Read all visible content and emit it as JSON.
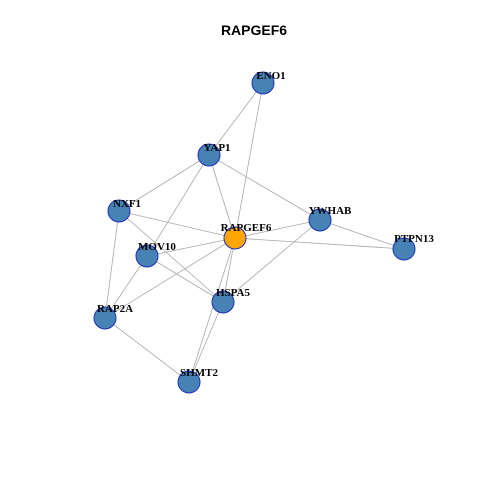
{
  "title": "RAPGEF6",
  "colors": {
    "node_fill": "#4682b4",
    "center_fill": "#ffa500",
    "node_stroke": "#1c2fbf",
    "edge": "#a8a8a8"
  },
  "nodes": [
    {
      "id": "ENO1",
      "label": "ENO1",
      "center": false
    },
    {
      "id": "YAP1",
      "label": "YAP1",
      "center": false
    },
    {
      "id": "NXF1",
      "label": "NXF1",
      "center": false
    },
    {
      "id": "YWHAB",
      "label": "YWHAB",
      "center": false
    },
    {
      "id": "RAPGEF6",
      "label": "RAPGEF6",
      "center": true
    },
    {
      "id": "PTPN13",
      "label": "PTPN13",
      "center": false
    },
    {
      "id": "MOV10",
      "label": "MOV10",
      "center": false
    },
    {
      "id": "HSPA5",
      "label": "HSPA5",
      "center": false
    },
    {
      "id": "RAP2A",
      "label": "RAP2A",
      "center": false
    },
    {
      "id": "SHMT2",
      "label": "SHMT2",
      "center": false
    }
  ],
  "edges": [
    [
      "ENO1",
      "YAP1"
    ],
    [
      "ENO1",
      "RAPGEF6"
    ],
    [
      "YAP1",
      "NXF1"
    ],
    [
      "YAP1",
      "YWHAB"
    ],
    [
      "YAP1",
      "RAPGEF6"
    ],
    [
      "YAP1",
      "MOV10"
    ],
    [
      "NXF1",
      "RAPGEF6"
    ],
    [
      "NXF1",
      "HSPA5"
    ],
    [
      "NXF1",
      "RAP2A"
    ],
    [
      "YWHAB",
      "RAPGEF6"
    ],
    [
      "YWHAB",
      "PTPN13"
    ],
    [
      "YWHAB",
      "HSPA5"
    ],
    [
      "RAPGEF6",
      "PTPN13"
    ],
    [
      "RAPGEF6",
      "MOV10"
    ],
    [
      "RAPGEF6",
      "HSPA5"
    ],
    [
      "RAPGEF6",
      "RAP2A"
    ],
    [
      "RAPGEF6",
      "SHMT2"
    ],
    [
      "MOV10",
      "HSPA5"
    ],
    [
      "MOV10",
      "RAP2A"
    ],
    [
      "HSPA5",
      "SHMT2"
    ],
    [
      "RAP2A",
      "SHMT2"
    ]
  ]
}
